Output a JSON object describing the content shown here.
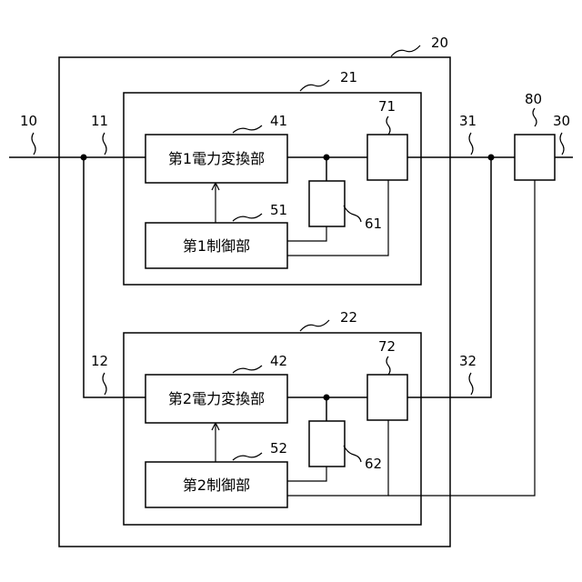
{
  "labels": {
    "n10": "10",
    "n11": "11",
    "n12": "12",
    "n20": "20",
    "n21": "21",
    "n22": "22",
    "n30": "30",
    "n31": "31",
    "n32": "32",
    "n41": "41",
    "n42": "42",
    "n51": "51",
    "n52": "52",
    "n61": "61",
    "n62": "62",
    "n71": "71",
    "n72": "72",
    "n80": "80"
  },
  "blocks": {
    "converter1": "第1電力変換部",
    "controller1": "第1制御部",
    "converter2": "第2電力変換部",
    "controller2": "第2制御部"
  }
}
